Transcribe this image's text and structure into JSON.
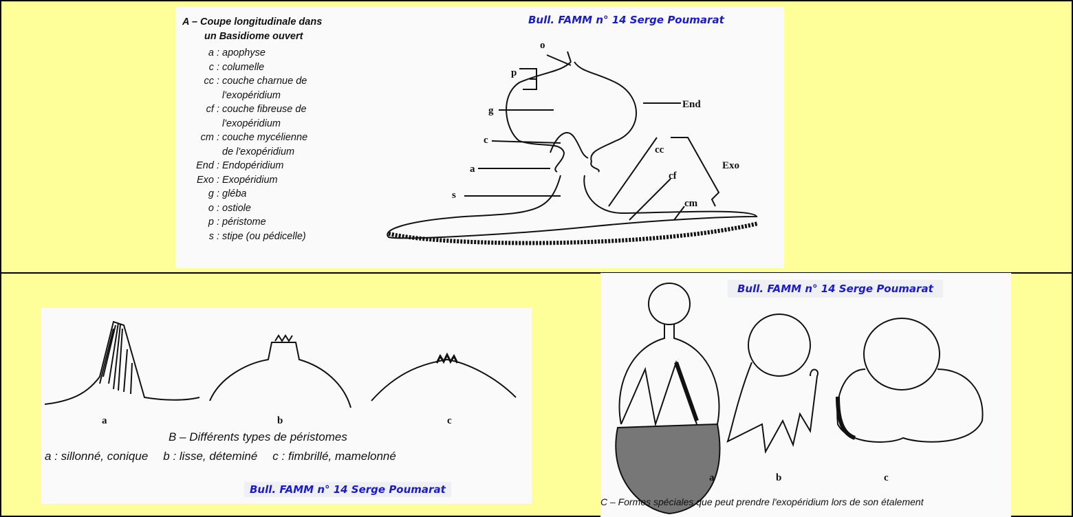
{
  "figure_a": {
    "title_line1": "A – Coupe longitudinale dans",
    "title_line2": "un Basidiome ouvert",
    "legend": [
      {
        "key": "a :",
        "text": "apophyse"
      },
      {
        "key": "c :",
        "text": "columelle"
      },
      {
        "key": "cc :",
        "text": "couche charnue de"
      },
      {
        "key": "",
        "text": "l'exopéridium"
      },
      {
        "key": "cf :",
        "text": "couche fibreuse de"
      },
      {
        "key": "",
        "text": "l'exopéridium"
      },
      {
        "key": "cm :",
        "text": "couche mycélienne"
      },
      {
        "key": "",
        "text": "de l'exopéridium"
      },
      {
        "key": "End :",
        "text": "Endopéridium"
      },
      {
        "key": "Exo :",
        "text": "Exopéridium"
      },
      {
        "key": "g :",
        "text": "gléba"
      },
      {
        "key": "o :",
        "text": "ostiole"
      },
      {
        "key": "p :",
        "text": "péristome"
      },
      {
        "key": "s :",
        "text": "stipe (ou pédicelle)"
      }
    ],
    "labels": {
      "o": "o",
      "p": "p",
      "g": "g",
      "c": "c",
      "a": "a",
      "s": "s",
      "End": "End",
      "cc": "cc",
      "cf": "cf",
      "Exo": "Exo",
      "cm": "cm"
    },
    "credit": "Bull. FAMM n° 14 Serge Poumarat"
  },
  "figure_b": {
    "labels": [
      "a",
      "b",
      "c"
    ],
    "caption": "B –  Différents types de péristomes",
    "types": [
      "a : sillonné, conique",
      "b : lisse, déteminé",
      "c : fimbrillé, mamelonné"
    ],
    "credit": "Bull. FAMM n° 14 Serge Poumarat"
  },
  "figure_c": {
    "labels": [
      "a",
      "b",
      "c"
    ],
    "caption": "C –  Formes spéciales que peut prendre l'exopéridium lors de son étalement",
    "credit": "Bull. FAMM n° 14 Serge Poumarat"
  }
}
